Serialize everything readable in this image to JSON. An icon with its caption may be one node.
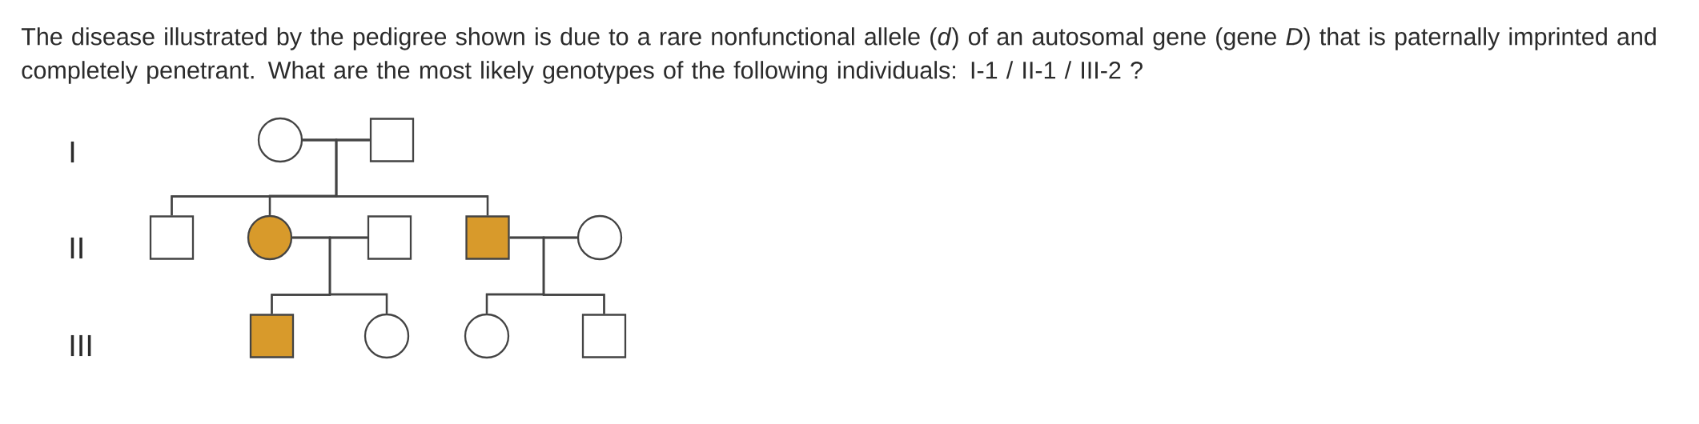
{
  "diagram": {
    "nodes": [
      {
        "text": [],
        "shape": "circle"
      },
      {
        "text": [],
        "shape": "box"
      },
      {
        "text": [],
        "shape": "box"
      },
      {
        "text": [],
        "shape": "circle"
      },
      {
        "text": [],
        "shape": "box"
      },
      {
        "text": [],
        "shape": "box"
      },
      {
        "text": [],
        "shape": "circle"
      },
      {
        "text": [],
        "shape": "box"
      },
      {
        "text": [],
        "shape": "circle"
      },
      {
        "text": [],
        "shape": "circle"
      },
      {
        "text": [],
        "shape": "box"
      }
    ],
    "edges": [
      {
        "from": 0,
        "to": 1,
        "arrow": "none"
      },
      {
        "from": 0,
        "to": 2,
        "arrow": "none"
      },
      {
        "from": 1,
        "to": 2,
        "arrow": "none"
      },
      {
        "from": 0,
        "to": 3,
        "arrow": "none"
      },
      {
        "from": 1,
        "to": 3,
        "arrow": "none"
      },
      {
        "from": 0,
        "to": 5,
        "arrow": "none"
      },
      {
        "from": 1,
        "to": 5,
        "arrow": "none"
      },
      {
        "from": 3,
        "to": 4,
        "arrow": "none"
      },
      {
        "from": 3,
        "to": 7,
        "arrow": "none"
      },
      {
        "from": 4,
        "to": 7,
        "arrow": "none"
      },
      {
        "from": 3,
        "to": 8,
        "arrow": "none"
      },
      {
        "from": 4,
        "to": 8,
        "arrow": "none"
      },
      {
        "from": 5,
        "to": 6,
        "arrow": "none"
      },
      {
        "from": 5,
        "to": 9,
        "arrow": "none"
      },
      {
        "from": 6,
        "to": 9,
        "arrow": "none"
      },
      {
        "from": 5,
        "to": 10,
        "arrow": "none"
      },
      {
        "from": 6,
        "to": 10,
        "arrow": "none"
      }
    ],
    "labels": [
      "The disease illustrated by the pedigree shown is due to a rare nonfunctional allele (*d*) of an autosomal gene (gene *D*) that is paternally imprinted and completely penetrant. What are the most likely genotypes of the following individuals: I-1 / II-1 / III-2 ?",
      "I",
      "II",
      "III"
    ]
  }
}
